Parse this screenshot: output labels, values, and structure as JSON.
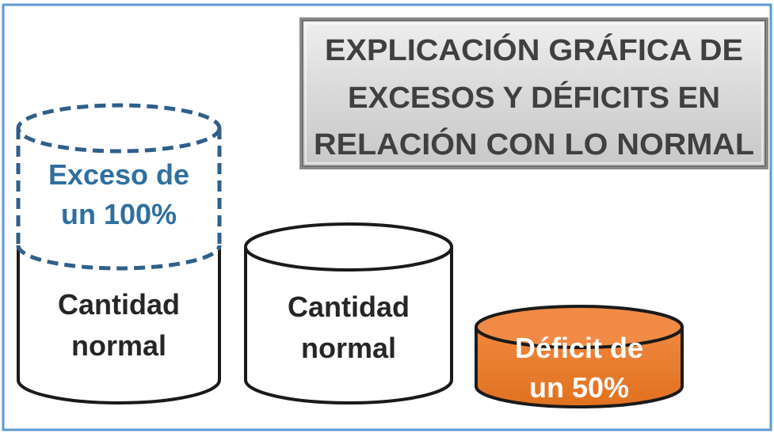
{
  "title": {
    "lines": [
      "EXPLICACIÓN GRÁFICA DE",
      "EXCESOS Y DÉFICITS EN",
      "RELACIÓN CON LO NORMAL"
    ]
  },
  "cylinders": {
    "excess": {
      "top_label": [
        "Exceso de",
        "un 100%"
      ],
      "bottom_label": [
        "Cantidad",
        "normal"
      ]
    },
    "normal": {
      "label": [
        "Cantidad",
        "normal"
      ]
    },
    "deficit": {
      "label": [
        "Déficit de",
        "un 50%"
      ]
    }
  },
  "colors": {
    "frame": "#5b9bd5",
    "title_box": "#dcdcdc",
    "title_text": "#404040",
    "outline": "#1a1a1a",
    "dashed": "#2f5f8a",
    "excess_text": "#2f6f9f",
    "normal_text": "#262626",
    "deficit_fill": "#ed7d31",
    "deficit_text": "#ffffff"
  }
}
